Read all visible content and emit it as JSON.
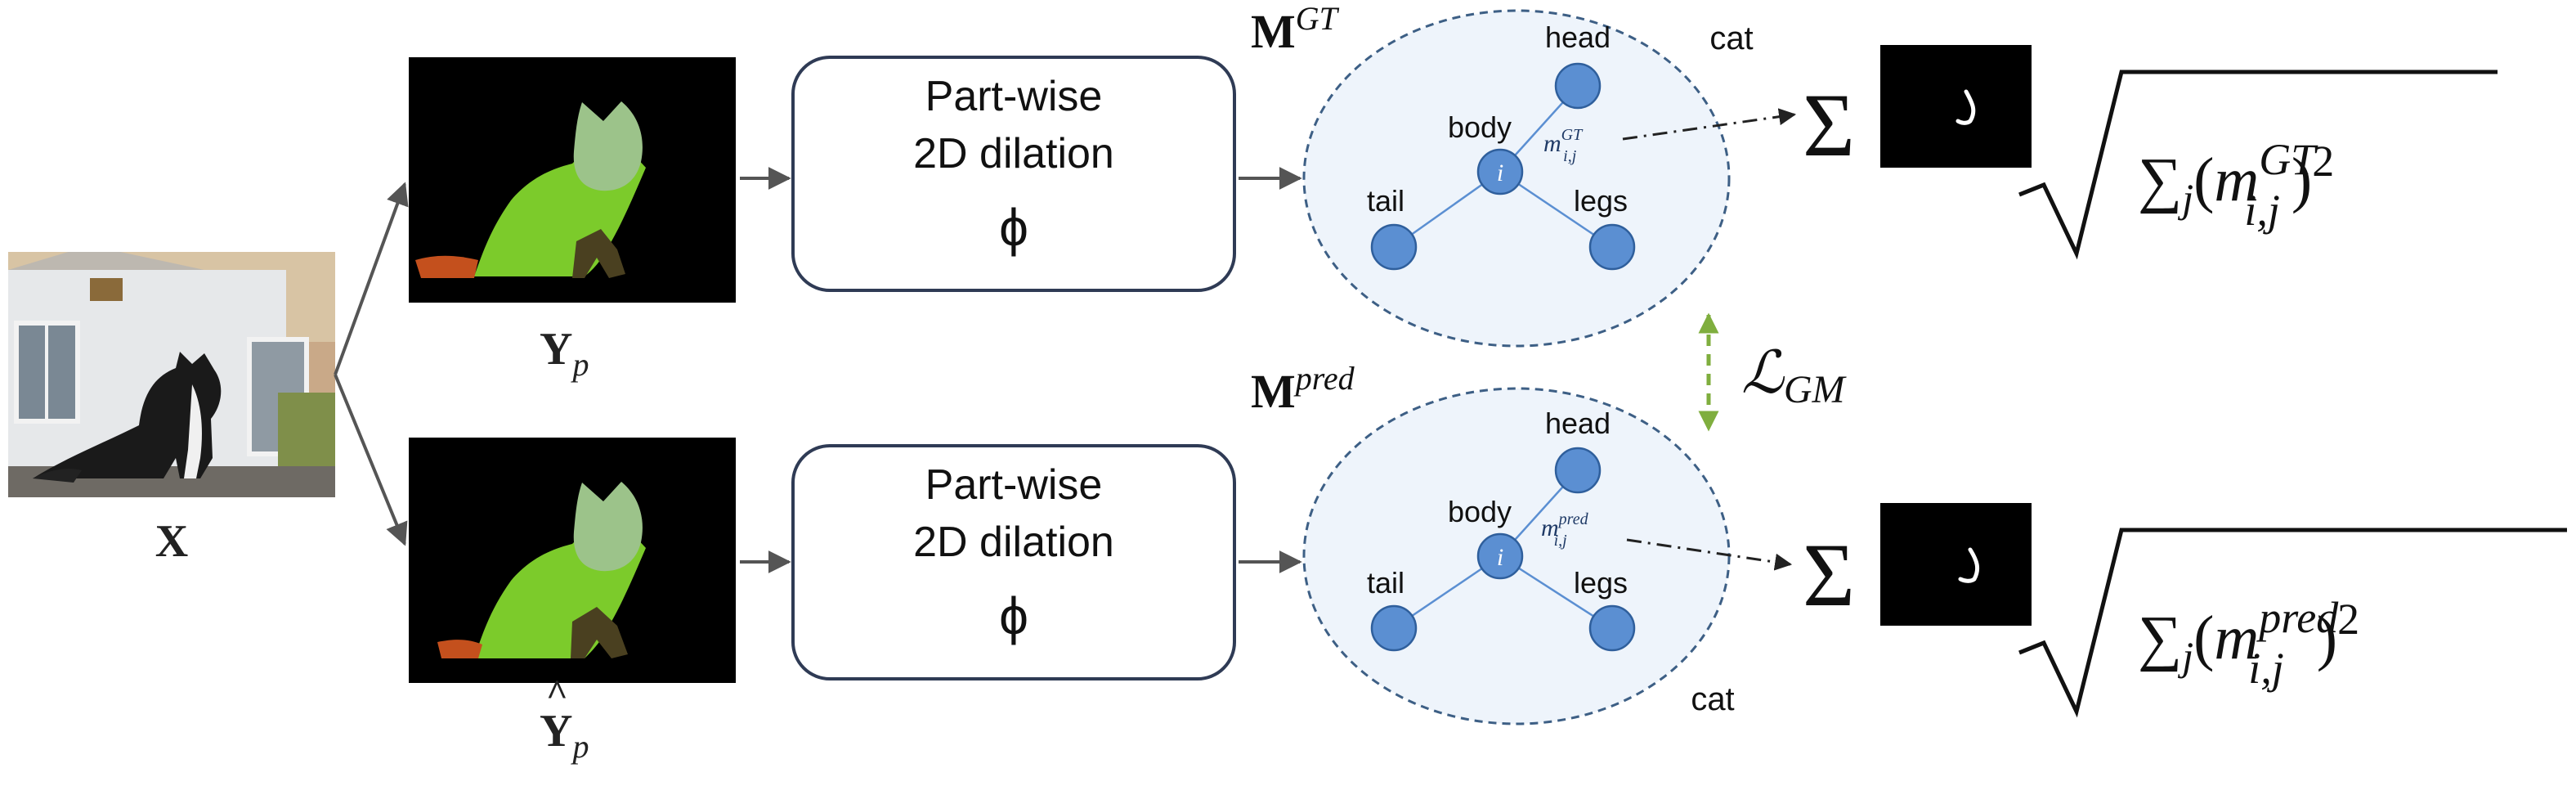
{
  "input": {
    "label": "X"
  },
  "maps": [
    {
      "label": "Y",
      "subscript": "p",
      "hat": false
    },
    {
      "label": "Y",
      "subscript": "p",
      "hat": true
    }
  ],
  "dilation_boxes": [
    {
      "line1": "Part-wise",
      "line2": "2D dilation",
      "symbol": "ϕ"
    },
    {
      "line1": "Part-wise",
      "line2": "2D dilation",
      "symbol": "ϕ"
    }
  ],
  "graphs": [
    {
      "matrix": "M",
      "superscript": "GT",
      "category": "cat",
      "nodes": {
        "head": "head",
        "body": "body",
        "tail": "tail",
        "legs": "legs",
        "center": "i"
      },
      "edge_label": {
        "base": "m",
        "sup": "GT",
        "sub": "i,j"
      }
    },
    {
      "matrix": "M",
      "superscript": "pred",
      "category": "cat",
      "nodes": {
        "head": "head",
        "body": "body",
        "tail": "tail",
        "legs": "legs",
        "center": "i"
      },
      "edge_label": {
        "base": "m",
        "sup": "pred",
        "sub": "i,j"
      }
    }
  ],
  "loss": {
    "symbol": "ℒ",
    "subscript": "GM"
  },
  "formulas": [
    {
      "sum": "Σ",
      "inner_sum": "∑",
      "inner_sub": "j",
      "open": "(",
      "base": "m",
      "sup": "GT",
      "sub": "i,j",
      "close": ")",
      "power": "2"
    },
    {
      "sum": "Σ",
      "inner_sum": "∑",
      "inner_sub": "j",
      "open": "(",
      "base": "m",
      "sup": "pred",
      "sub": "i,j",
      "close": ")",
      "power": "2"
    }
  ],
  "colors": {
    "arrow": "#555555",
    "box_border": "#2f3b55",
    "ellipse_fill": "#eef4fb",
    "ellipse_border": "#3d5f85",
    "node_fill": "#5b8fd2",
    "node_border": "#2f5f9c",
    "edge": "#5b8fd2",
    "loss_arrow": "#7fae3e",
    "body_green": "#7ccb2b",
    "head_green": "#9cc38a",
    "tail_orange": "#c4501d",
    "legs_olive": "#4a4020",
    "dark_text": "#1f3a66"
  }
}
